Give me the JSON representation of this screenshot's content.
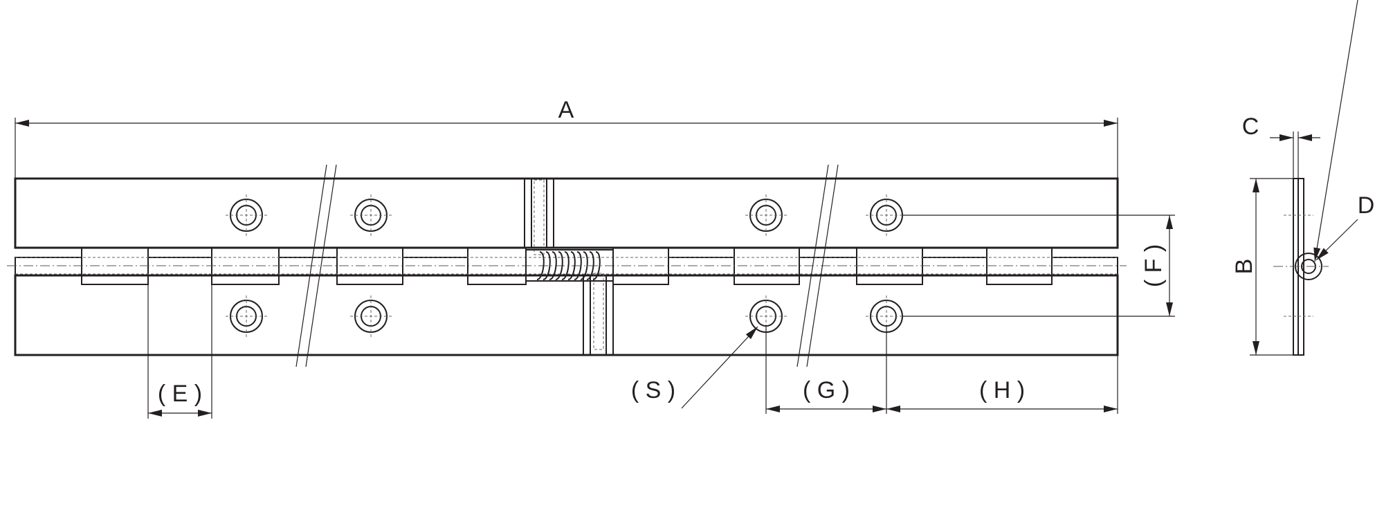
{
  "labels": {
    "A": "A",
    "B": "B",
    "C": "C",
    "D": "D",
    "E": "( E )",
    "F": "( F )",
    "G": "( G )",
    "H": "( H )",
    "S": "( S )"
  },
  "colors": {
    "ink": "#231f20",
    "background": "#ffffff"
  }
}
